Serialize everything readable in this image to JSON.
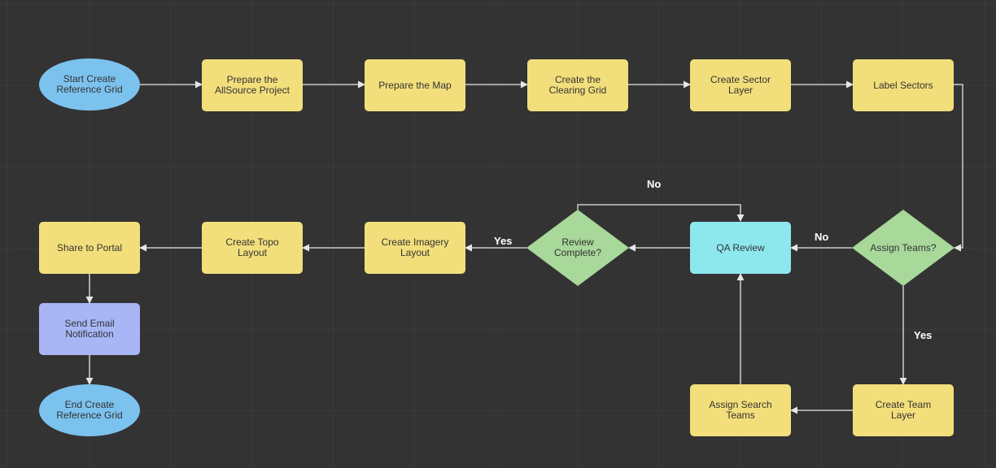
{
  "nodes": {
    "start": "Start Create Reference Grid",
    "prepare_project": "Prepare the AllSource Project",
    "prepare_map": "Prepare the Map",
    "clearing_grid": "Create the Clearing Grid",
    "sector_layer": "Create Sector Layer",
    "label_sectors": "Label Sectors",
    "assign_teams": "Assign Teams?",
    "qa_review": "QA Review",
    "review_complete": "Review Complete?",
    "imagery_layout": "Create Imagery Layout",
    "topo_layout": "Create Topo Layout",
    "share_portal": "Share to Portal",
    "send_email": "Send Email Notification",
    "end": "End Create Reference Grid",
    "team_layer": "Create Team Layer",
    "assign_search": "Assign Search Teams"
  },
  "labels": {
    "no_top": "No",
    "no_assign": "No",
    "yes_review": "Yes",
    "yes_assign": "Yes"
  },
  "colors": {
    "process": "#f2df7b",
    "terminal": "#7cc2ee",
    "decision": "#a8d89a",
    "qa": "#8de8ee",
    "email": "#a8b6f5",
    "connector": "#e6e6e6"
  }
}
